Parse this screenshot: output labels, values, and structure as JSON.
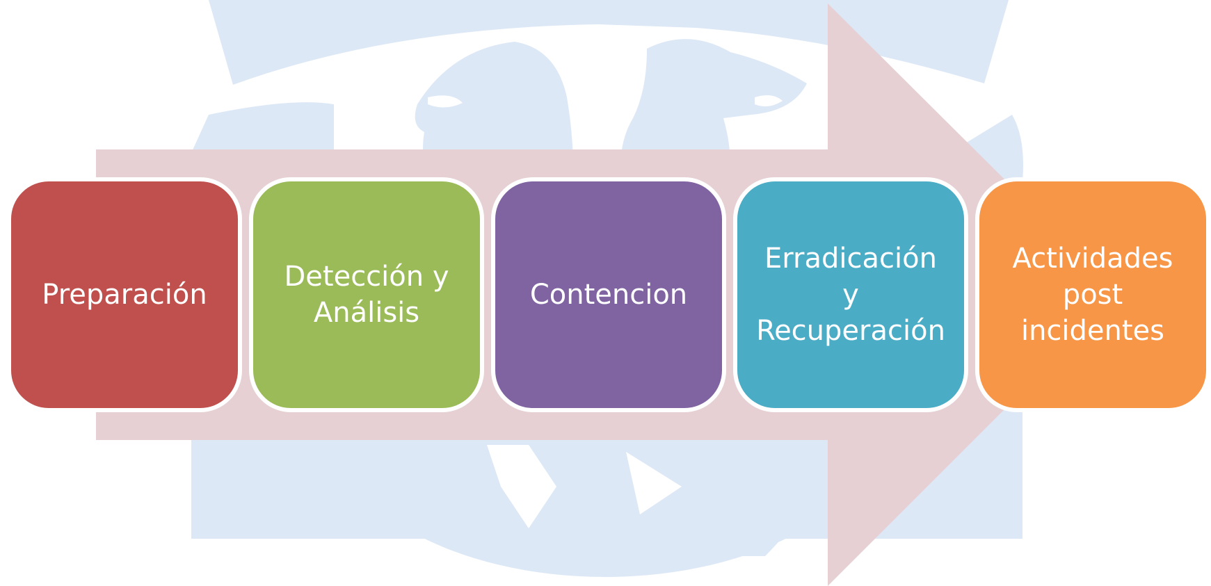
{
  "diagram": {
    "steps": [
      {
        "label": "Preparación",
        "color": "#c0504d"
      },
      {
        "label": "Detección y\nAnálisis",
        "color": "#9bbb59"
      },
      {
        "label": "Contencion",
        "color": "#8064a2"
      },
      {
        "label": "Erradicación\ny\nRecuperación",
        "color": "#4bacc6"
      },
      {
        "label": "Actividades\npost\nincidentes",
        "color": "#f79646"
      }
    ],
    "arrow_color": "#e6d0d3",
    "watermark_color": "#dde8f7",
    "watermark_icon": "eagle-crest-watermark"
  }
}
